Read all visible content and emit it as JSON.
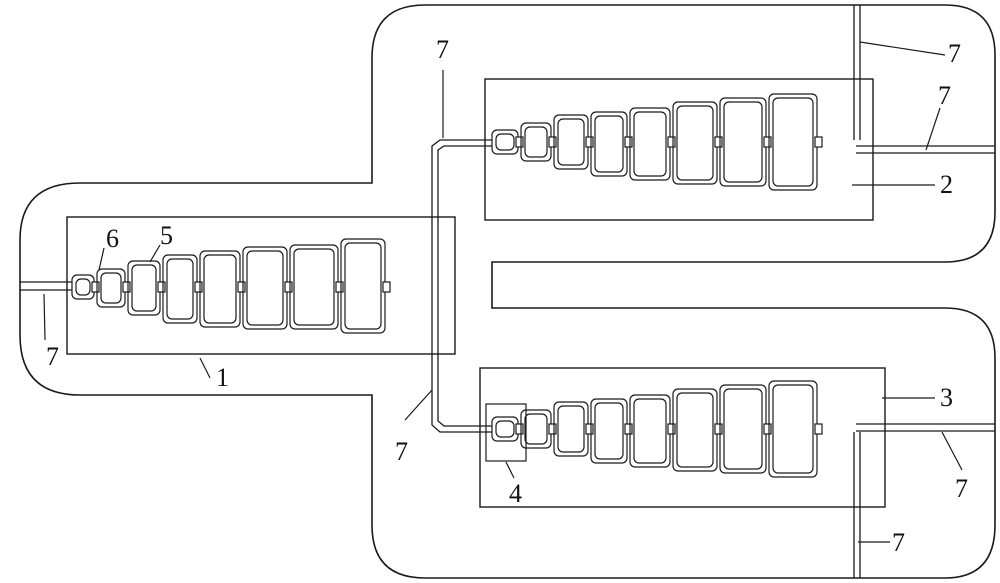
{
  "colors": {
    "stroke": "#1a1a1a",
    "background": "#ffffff"
  },
  "labels": {
    "l1": "1",
    "l2": "2",
    "l3": "3",
    "l4": "4",
    "l5": "5",
    "l6": "6",
    "l7": "7"
  }
}
